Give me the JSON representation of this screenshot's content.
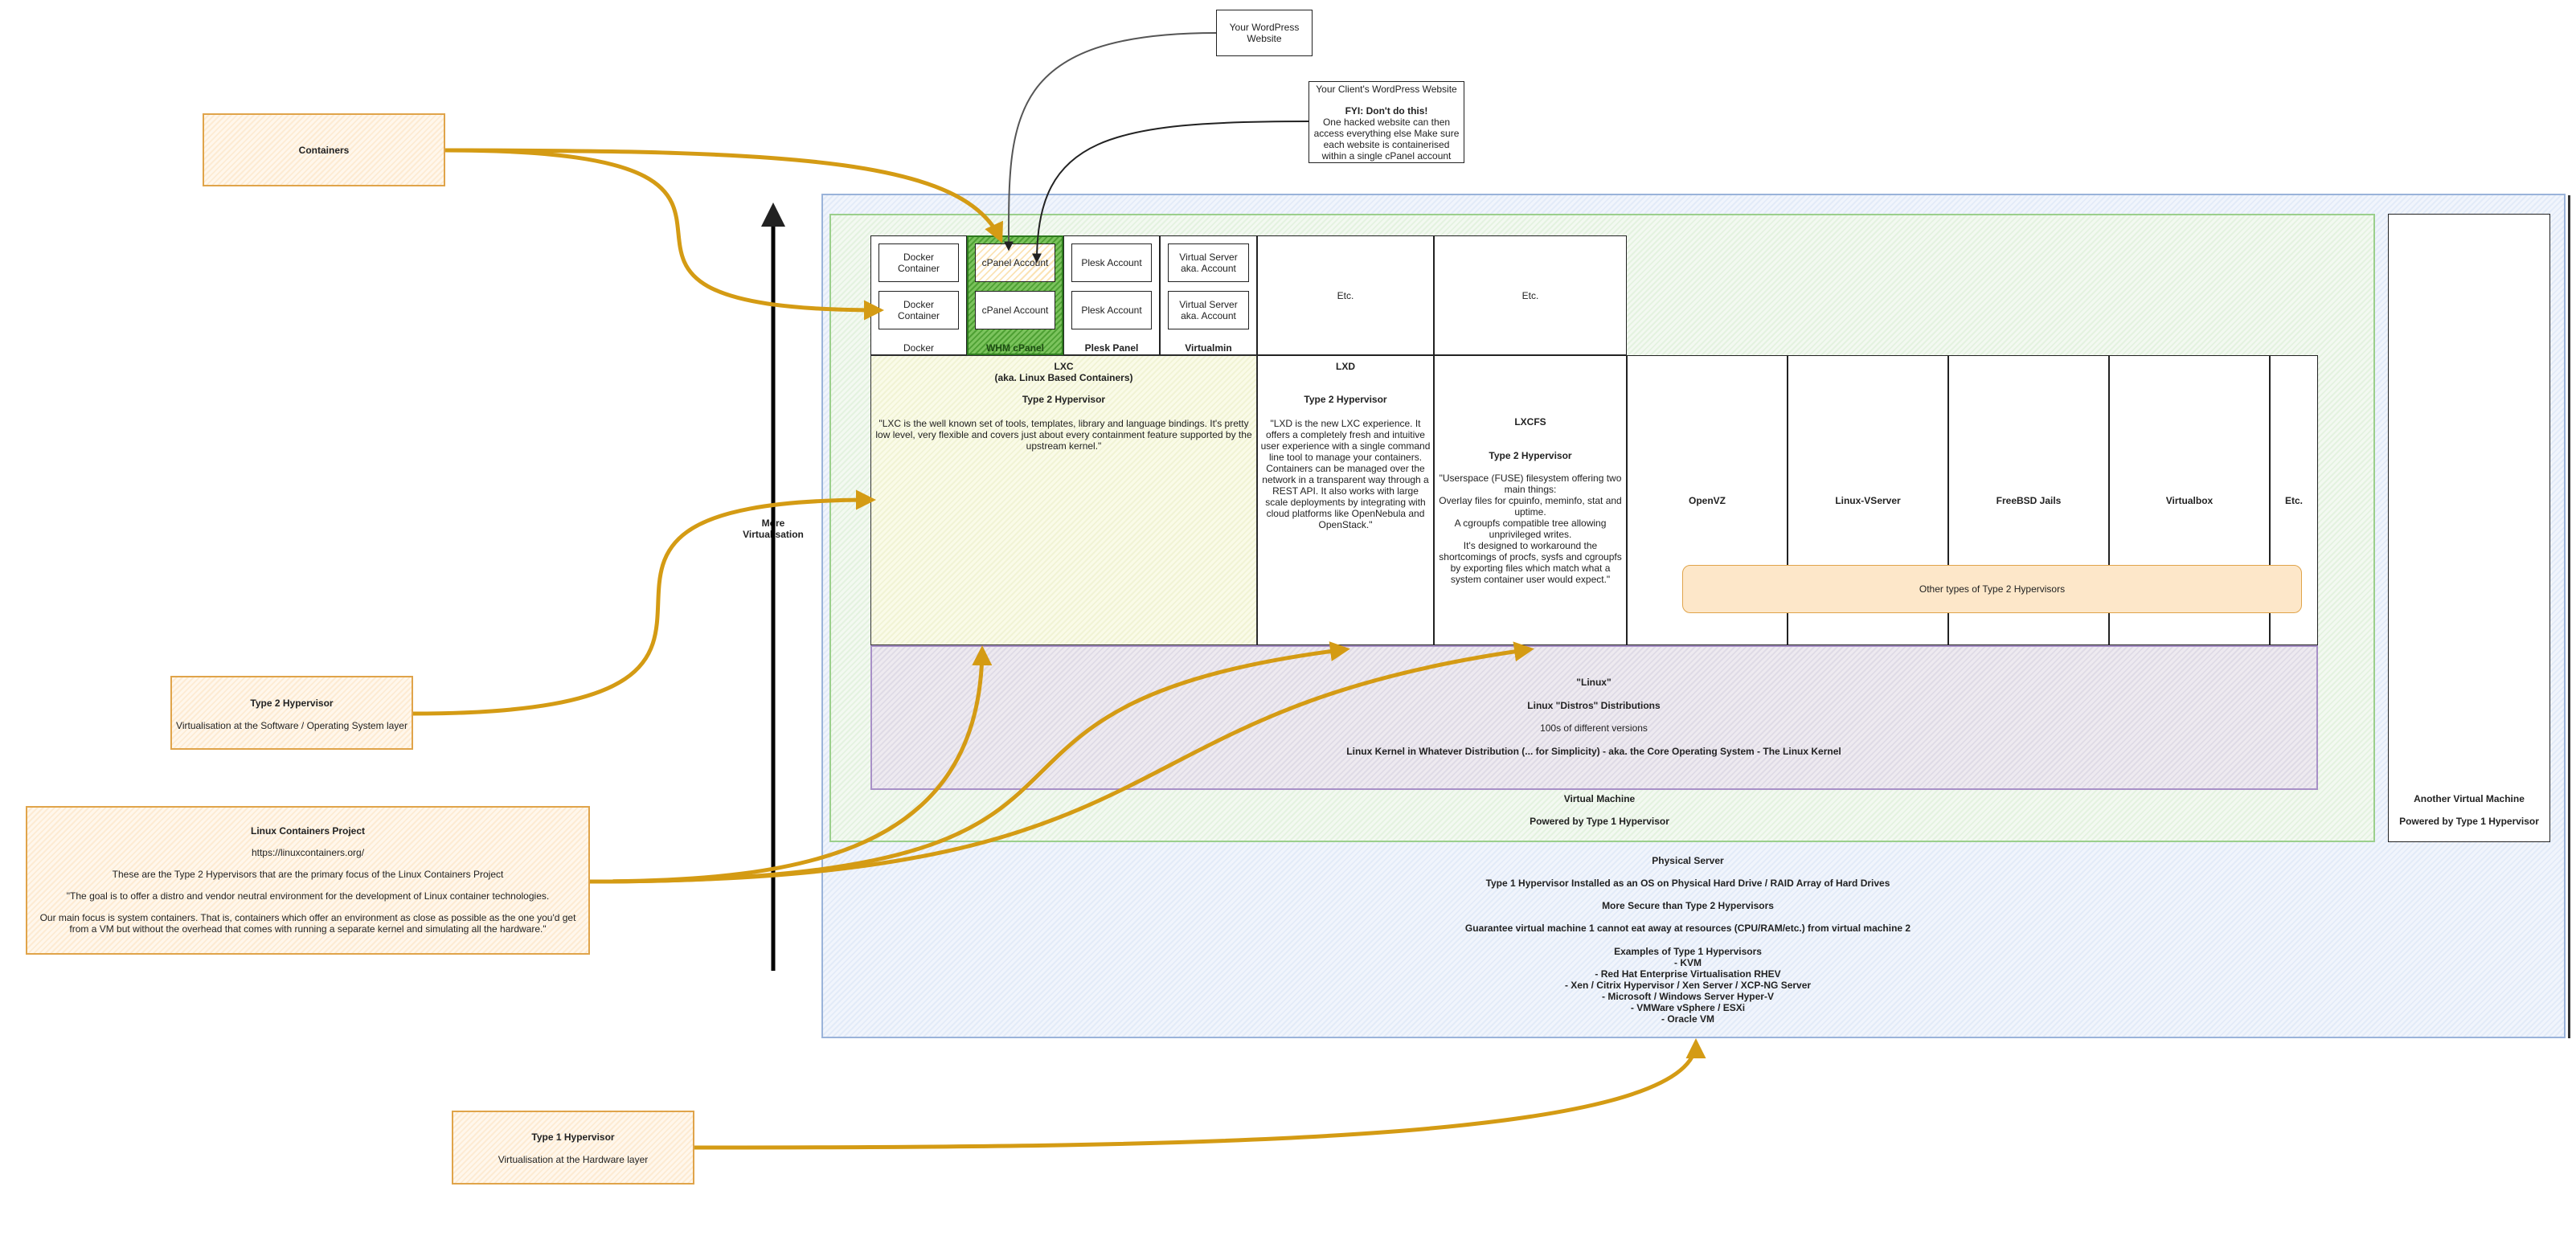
{
  "callouts": {
    "containers": {
      "title": "Containers"
    },
    "type2": {
      "title": "Type 2 Hypervisor",
      "desc": "Virtualisation at the Software / Operating System layer"
    },
    "lcp": {
      "title": "Linux Containers Project",
      "url": "https://linuxcontainers.org/",
      "line1": "These are the Type 2 Hypervisors that are the primary focus of the Linux Containers Project",
      "line2": "\"The goal is to offer a distro and vendor neutral environment for the development of Linux container technologies.",
      "line3": "Our main focus is system containers. That is, containers which offer an environment as close as possible as the one you'd get from a VM but without the overhead that comes with running a separate kernel and simulating all the hardware.\""
    },
    "type1": {
      "title": "Type 1 Hypervisor",
      "desc": "Virtualisation at the Hardware layer"
    }
  },
  "top_notes": {
    "your_site": "Your WordPress\nWebsite",
    "client_site": {
      "title": "Your Client's WordPress Website",
      "fyi": "FYI: Don't do this!",
      "body": "One hacked website can then access everything else Make sure each website is containerised within a single cPanel account"
    }
  },
  "arrow_label": "More\nVirtualisation",
  "physical_server": {
    "title": "Physical Server",
    "line1": "Type 1 Hypervisor Installed as an OS on Physical Hard Drive / RAID Array of Hard Drives",
    "line2": "More Secure than Type 2 Hypervisors",
    "line3": "Guarantee virtual machine 1 cannot eat away at resources (CPU/RAM/etc.) from virtual machine 2",
    "examples_title": "Examples of Type 1 Hypervisors",
    "examples": [
      "- KVM",
      "- Red Hat Enterprise Virtualisation RHEV",
      "- Xen / Citrix Hypervisor / Xen Server / XCP-NG Server",
      "- Microsoft / Windows Server Hyper-V",
      "- VMWare vSphere / ESXi",
      "- Oracle VM"
    ]
  },
  "vm": {
    "title": "Virtual Machine",
    "sub": "Powered by Type 1 Hypervisor"
  },
  "vm2": {
    "title": "Another Virtual Machine",
    "sub": "Powered by Type 1 Hypervisor"
  },
  "linux": {
    "title": "\"Linux\"",
    "distros": "Linux \"Distros\" Distributions",
    "versions": "100s of different versions",
    "kernel": "Linux Kernel in Whatever Distribution (... for Simplicity) - aka. the Core Operating System - The Linux Kernel"
  },
  "lxc": {
    "title": "LXC\n(aka. Linux Based Containers)",
    "type": "Type 2 Hypervisor",
    "quote": "\"LXC is the well known set of tools, templates, library and language bindings. It's pretty low level, very flexible and covers just about every containment feature supported by the upstream kernel.\""
  },
  "lxd": {
    "title": "LXD",
    "type": "Type 2 Hypervisor",
    "quote": "\"LXD is the new LXC experience. It offers a completely fresh and intuitive user experience with a single command line tool to manage your containers. Containers can be managed over the network in a transparent way through a REST API. It also works with large scale deployments by integrating with cloud platforms like OpenNebula and OpenStack.\""
  },
  "lxcfs": {
    "title": "LXCFS",
    "type": "Type 2 Hypervisor",
    "quote": "\"Userspace (FUSE) filesystem offering two main things:\nOverlay files for cpuinfo, meminfo, stat and uptime.\nA cgroupfs compatible tree allowing unprivileged writes.\nIt's designed to workaround the shortcomings of procfs, sysfs and cgroupfs by exporting files which match what a system container user would expect.\""
  },
  "hypervisors": [
    "OpenVZ",
    "Linux-VServer",
    "FreeBSD Jails",
    "Virtualbox",
    "Etc."
  ],
  "other_types": "Other types of Type 2 Hypervisors",
  "stacks": {
    "docker": {
      "label": "Docker",
      "items": [
        "Docker\nContainer",
        "Docker\nContainer"
      ]
    },
    "whm": {
      "label": "WHM cPanel",
      "items": [
        "cPanel Account",
        "cPanel Account"
      ]
    },
    "plesk": {
      "label": "Plesk Panel",
      "items": [
        "Plesk Account",
        "Plesk Account"
      ]
    },
    "virtualmin": {
      "label": "Virtualmin",
      "items": [
        "Virtual Server\naka. Account",
        "Virtual Server\naka. Account"
      ]
    }
  },
  "etc_boxes": [
    "Etc.",
    "Etc."
  ],
  "colors": {
    "arrow": "#d49b14",
    "ink": "#222222",
    "whm": "#4ea033"
  }
}
